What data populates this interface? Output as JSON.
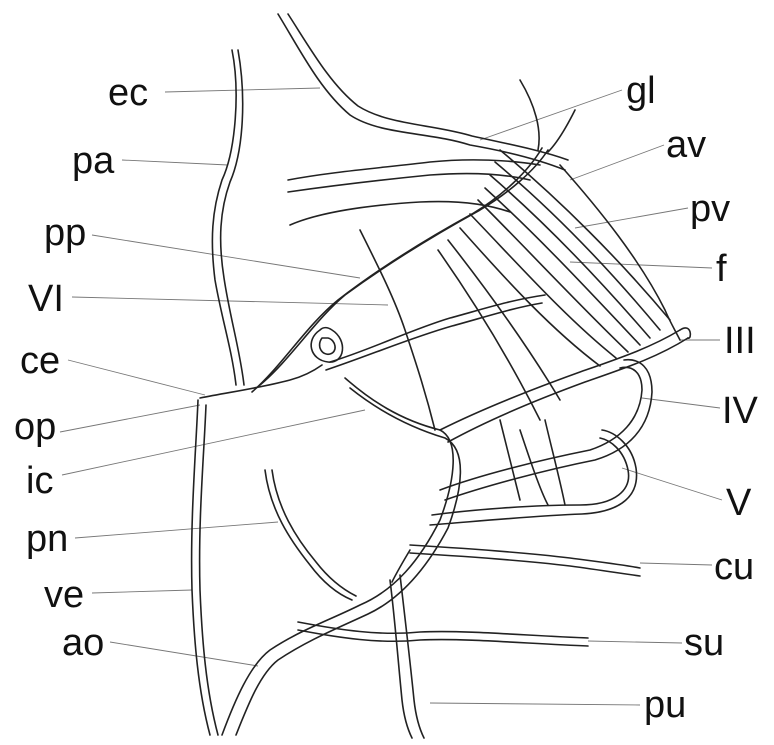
{
  "labels": {
    "ec": "ec",
    "pa": "pa",
    "pp": "pp",
    "VI": "VI",
    "ce": "ce",
    "op": "op",
    "ic": "ic",
    "pn": "pn",
    "ve": "ve",
    "ao": "ao",
    "gl": "gl",
    "av": "av",
    "pv": "pv",
    "f": "f",
    "III": "III",
    "IV": "IV",
    "V": "V",
    "cu": "cu",
    "su": "su",
    "pu": "pu"
  },
  "colors": {
    "line": "#222222",
    "leader": "#777777",
    "text": "#111111"
  }
}
